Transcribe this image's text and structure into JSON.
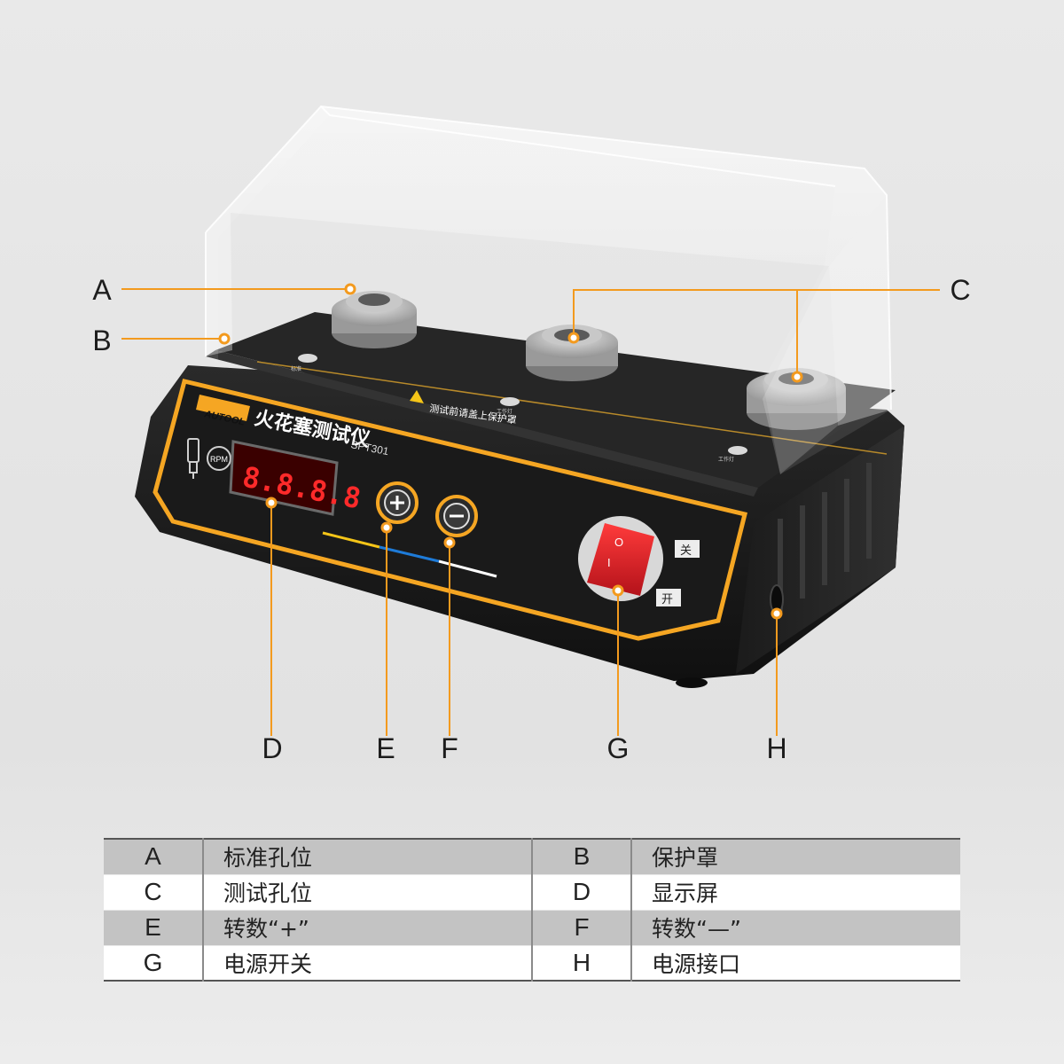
{
  "product": {
    "brand": "AUTOOL",
    "name": "火花塞测试仪",
    "model": "SPT301",
    "warning": "测试前请盖上保护罩",
    "rpm_label": "RPM",
    "display_value": "8.8.8.8",
    "hole_label_left": "标准",
    "hole_label_mid": "工作灯",
    "hole_label_right": "工作灯",
    "switch_off": "关",
    "switch_on": "开",
    "switch_off_symbol": "O",
    "switch_on_symbol": "I"
  },
  "callouts": {
    "A": "A",
    "B": "B",
    "C": "C",
    "D": "D",
    "E": "E",
    "F": "F",
    "G": "G",
    "H": "H"
  },
  "legend": [
    {
      "key1": "A",
      "val1": "标准孔位",
      "key2": "B",
      "val2": "保护罩"
    },
    {
      "key1": "C",
      "val1": "测试孔位",
      "key2": "D",
      "val2": "显示屏"
    },
    {
      "key1": "E",
      "val1": "转数“+”",
      "key2": "F",
      "val2": "转数“—”"
    },
    {
      "key1": "G",
      "val1": "电源开关",
      "key2": "H",
      "val2": "电源接口"
    }
  ],
  "colors": {
    "accent": "#f39a1e",
    "panel_border": "#f5a623",
    "body": "#1f1f1f",
    "switch_red": "#e2232b",
    "display_red": "#ff2a2a"
  }
}
